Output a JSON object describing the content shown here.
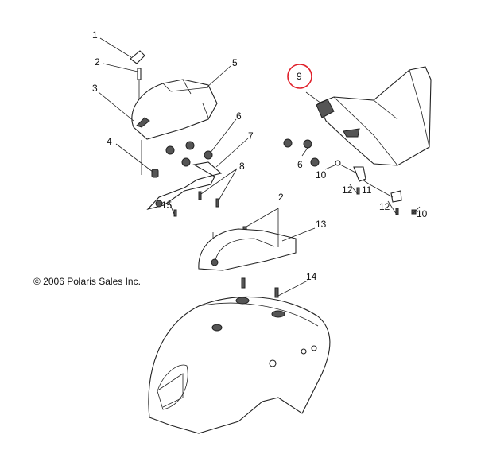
{
  "copyright": "© 2006 Polaris Sales Inc.",
  "callouts": {
    "c1": "1",
    "c2a": "2",
    "c3": "3",
    "c4": "4",
    "c5": "5",
    "c6a": "6",
    "c7": "7",
    "c8": "8",
    "c9": "9",
    "c6b": "6",
    "c10a": "10",
    "c12a": "12",
    "c11": "11",
    "c15": "15",
    "c2b": "2",
    "c13": "13",
    "c12b": "12",
    "c10b": "10",
    "c14": "14"
  },
  "highlight_color": "#e0202a"
}
